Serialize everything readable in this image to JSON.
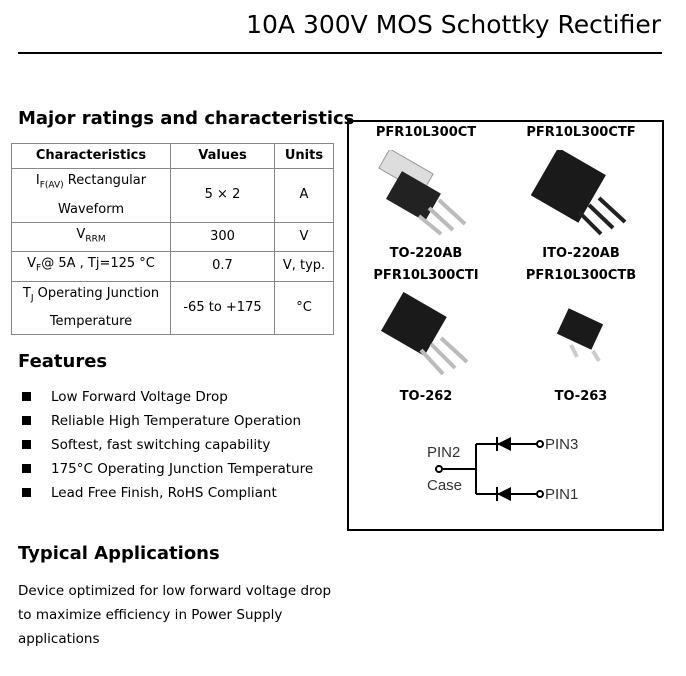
{
  "title": "10A 300V MOS Schottky Rectifier",
  "ratings": {
    "heading": "Major ratings and characteristics",
    "headers": [
      "Characteristics",
      "Values",
      "Units"
    ],
    "rows": [
      {
        "sym": "I",
        "sub": "F(AV)",
        "rest": " Rectangular Waveform",
        "value": "5 × 2",
        "unit": "A"
      },
      {
        "sym": "V",
        "sub": "RRM",
        "rest": "",
        "value": "300",
        "unit": "V"
      },
      {
        "sym": "V",
        "sub": "F",
        "rest": "@ 5A , Tj=125 °C",
        "value": "0.7",
        "unit": "V, typ."
      },
      {
        "sym": "T",
        "sub": "J",
        "rest": " Operating Junction Temperature",
        "value": "-65 to +175",
        "unit": "°C"
      }
    ]
  },
  "features": {
    "heading": "Features",
    "items": [
      "Low Forward Voltage Drop",
      "Reliable High Temperature Operation",
      "Softest, fast switching capability",
      "175°C Operating Junction Temperature",
      "Lead Free Finish, RoHS Compliant"
    ]
  },
  "applications": {
    "heading": "Typical Applications",
    "text": "Device optimized for low forward voltage drop to maximize efficiency in Power Supply applications"
  },
  "packages": [
    {
      "part": "PFR10L300CT",
      "package": "TO-220AB"
    },
    {
      "part": "PFR10L300CTF",
      "package": "ITO-220AB"
    },
    {
      "part": "PFR10L300CTI",
      "package": "TO-262"
    },
    {
      "part": "PFR10L300CTB",
      "package": "TO-263"
    }
  ],
  "schematic": {
    "pin2": "PIN2",
    "case": "Case",
    "pin3": "PIN3",
    "pin1": "PIN1"
  }
}
